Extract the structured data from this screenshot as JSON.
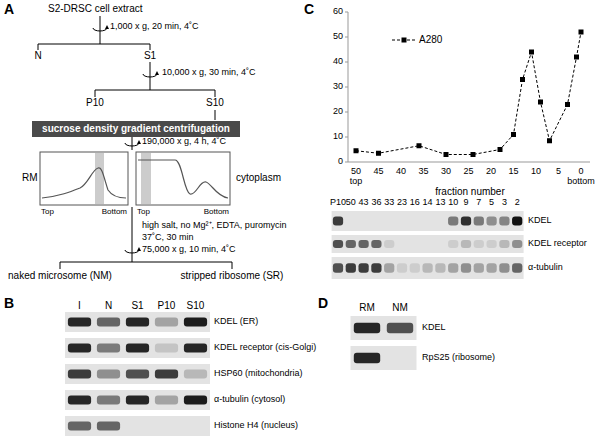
{
  "diagram": {
    "nodes": [
      {
        "text": [
          "sucrose density gradient centrifugation"
        ]
      }
    ],
    "labels": [
      "A",
      "S2-DRSC cell extract",
      "1,000 x g, 20 min, 4˚C",
      "N",
      "S1",
      "10,000 x g, 30 min, 4˚C",
      "P10",
      "S10",
      "190,000 x g, 4 h, 4˚C",
      "RM",
      "Top",
      "Bottom",
      "cytoplasm",
      "Top",
      "Bottom",
      "high salt, no Mg²⁺, EDTA, puromycin",
      "37˚C, 30 min",
      "75,000 x g, 10 min, 4˚C",
      "naked microsome (NM)",
      "stripped ribosome (SR)",
      "B",
      "I",
      "N",
      "S1",
      "P10",
      "S10",
      "KDEL (ER)",
      "KDEL receptor (cis-Golgi)",
      "HSP60 (mitochondria)",
      "α-tubulin (cytosol)",
      "Histone H4 (nucleus)",
      "C",
      "60",
      "50",
      "40",
      "30",
      "20",
      "10",
      "0",
      "50",
      "45",
      "40",
      "35",
      "30",
      "25",
      "20",
      "15",
      "10",
      "5",
      "0",
      "top",
      "bottom",
      "fraction number",
      "P10",
      "50",
      "43",
      "36",
      "33",
      "23",
      "16",
      "14",
      "13",
      "10",
      "9",
      "7",
      "5",
      "3",
      "2",
      "KDEL",
      "KDEL receptor",
      "α-tubulin",
      "D",
      "RM",
      "NM",
      "KDEL",
      "RpS25 (ribosome)"
    ],
    "legend": [
      {
        "text": "A280"
      }
    ]
  }
}
